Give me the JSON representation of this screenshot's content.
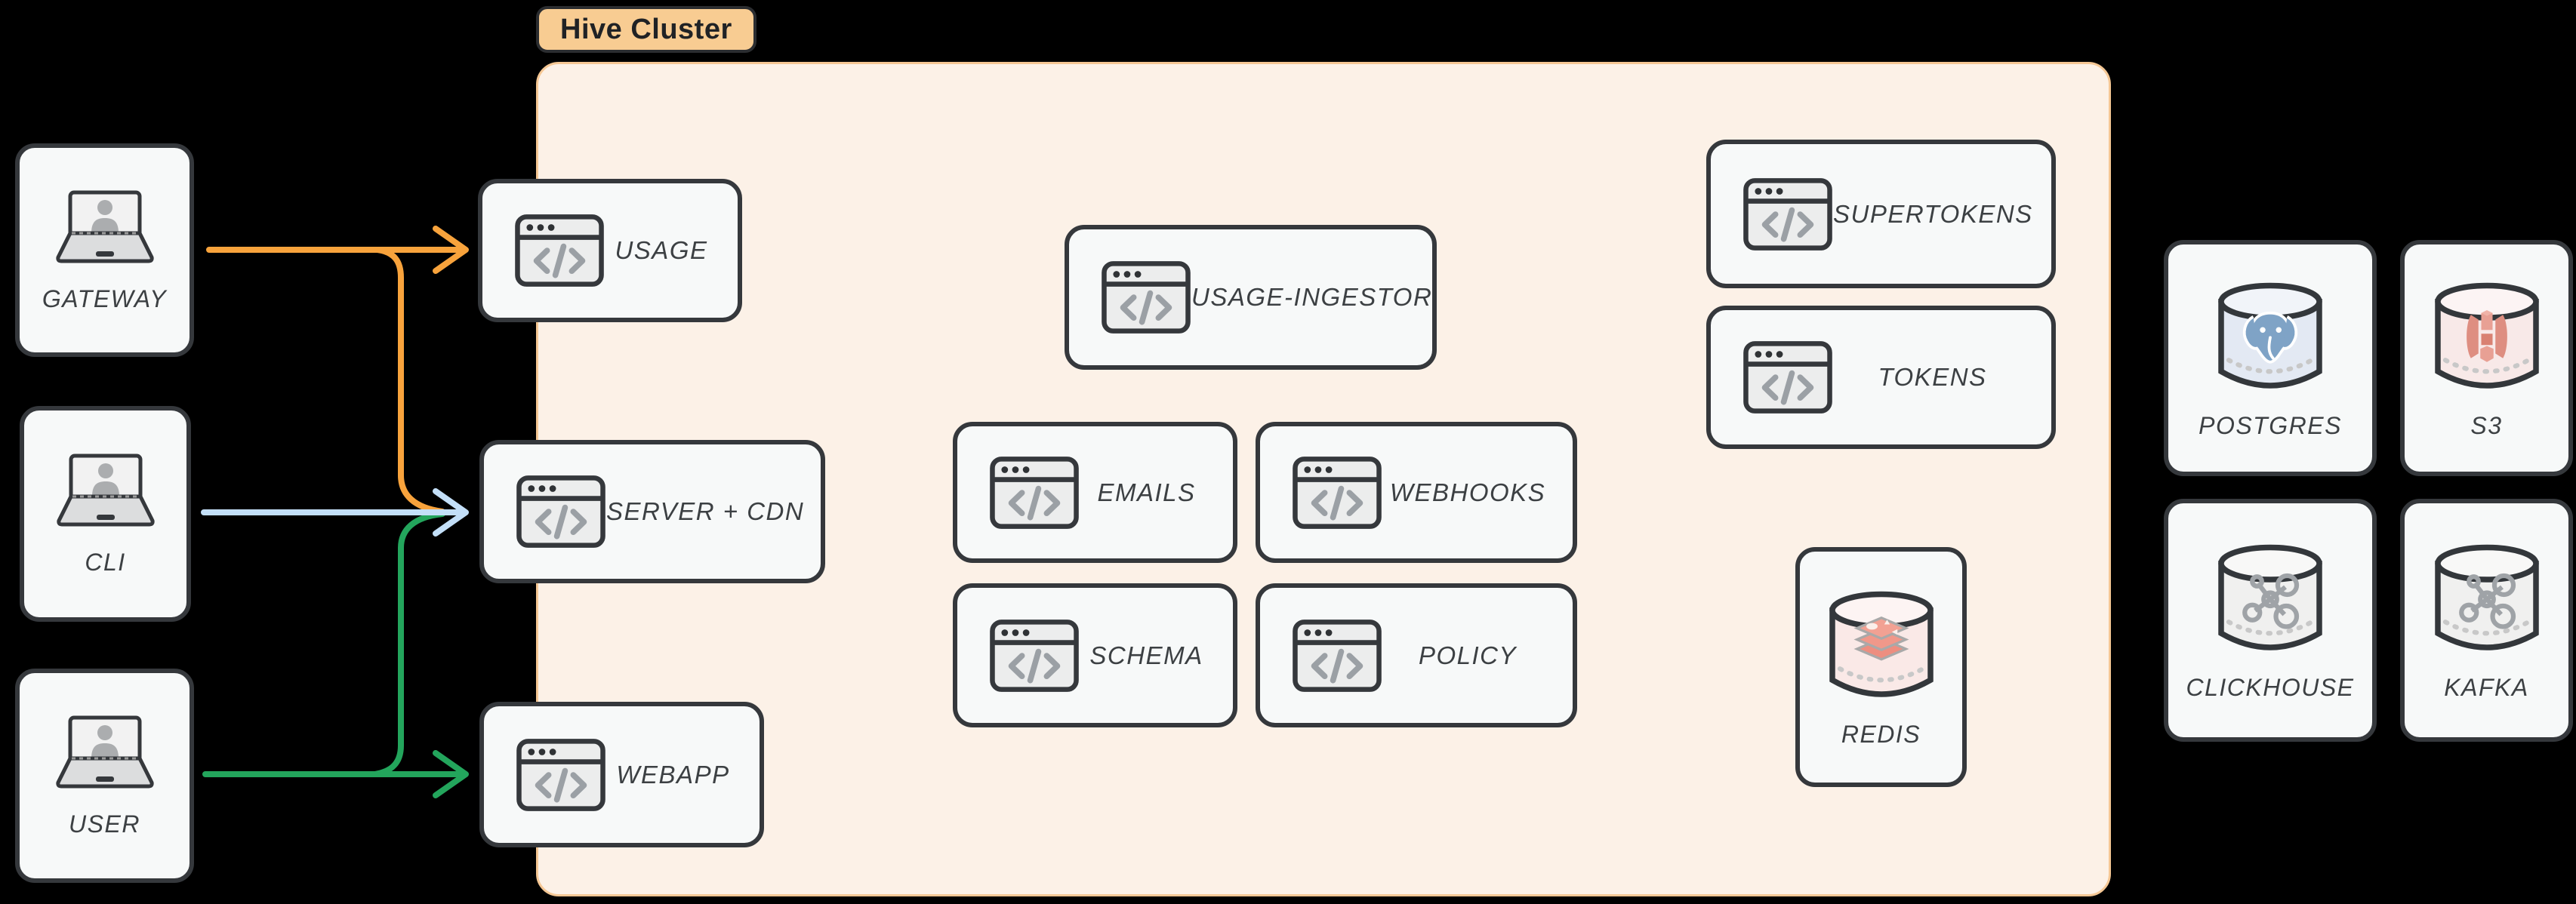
{
  "diagram": {
    "cluster": {
      "label": "Hive Cluster"
    },
    "actors": [
      {
        "id": "gateway",
        "label": "GATEWAY",
        "icon": "laptop-user-icon"
      },
      {
        "id": "cli",
        "label": "CLI",
        "icon": "laptop-user-icon"
      },
      {
        "id": "user",
        "label": "USER",
        "icon": "laptop-user-icon"
      }
    ],
    "services": [
      {
        "id": "usage",
        "label": "USAGE",
        "icon": "code-window-icon"
      },
      {
        "id": "server-cdn",
        "label": "SERVER + CDN",
        "icon": "code-window-icon"
      },
      {
        "id": "webapp",
        "label": "WEBAPP",
        "icon": "code-window-icon"
      },
      {
        "id": "usage-ingestor",
        "label": "USAGE-INGESTOR",
        "icon": "code-window-icon"
      },
      {
        "id": "emails",
        "label": "EMAILS",
        "icon": "code-window-icon"
      },
      {
        "id": "webhooks",
        "label": "WEBHOOKS",
        "icon": "code-window-icon"
      },
      {
        "id": "schema",
        "label": "SCHEMA",
        "icon": "code-window-icon"
      },
      {
        "id": "policy",
        "label": "POLICY",
        "icon": "code-window-icon"
      },
      {
        "id": "supertokens",
        "label": "SUPERTOKENS",
        "icon": "code-window-icon"
      },
      {
        "id": "tokens",
        "label": "TOKENS",
        "icon": "code-window-icon"
      },
      {
        "id": "redis",
        "label": "REDIS",
        "icon": "redis-database-icon"
      }
    ],
    "datastores": [
      {
        "id": "postgres",
        "label": "POSTGRES",
        "icon": "postgres-database-icon"
      },
      {
        "id": "s3",
        "label": "S3",
        "icon": "s3-database-icon"
      },
      {
        "id": "clickhouse",
        "label": "CLICKHOUSE",
        "icon": "graph-database-icon"
      },
      {
        "id": "kafka",
        "label": "KAFKA",
        "icon": "graph-database-icon"
      }
    ],
    "edges": [
      {
        "id": "gateway-usage",
        "from": "GATEWAY",
        "to": "USAGE",
        "color": "#F8A33C"
      },
      {
        "id": "gateway-server-cdn",
        "from": "GATEWAY",
        "to": "SERVER + CDN",
        "color": "#F8A33C"
      },
      {
        "id": "cli-server-cdn",
        "from": "CLI",
        "to": "SERVER + CDN",
        "color": "#C3DFF8"
      },
      {
        "id": "user-server-cdn",
        "from": "USER",
        "to": "SERVER + CDN",
        "color": "#23A55C"
      },
      {
        "id": "user-webapp",
        "from": "USER",
        "to": "WEBAPP",
        "color": "#23A55C"
      }
    ],
    "theme": {
      "bg": "#000000",
      "node-fill": "#F7F9F9",
      "node-border": "#35383C",
      "label": "#3C4043",
      "cluster-fill": "#FCF1E7",
      "cluster-border": "#F5C794",
      "pill-fill": "#F8CC92",
      "pill-border": "#2B2D30",
      "pill-text": "#202225",
      "arrow-orange": "#F8A33C",
      "arrow-blue": "#C3DFF8",
      "arrow-green": "#23A55C",
      "code-glyph-gray": "#9BA0A5",
      "postgres-tint": "#E3E9F3",
      "postgres-logo": "#7FA3C6",
      "s3-tint": "#F8E9E8",
      "s3-logo": "#DE8E81",
      "redis-tint": "#FAE9E7",
      "redis-logo": "#F0988A",
      "graph-tint": "#F0F0EF",
      "graph-logo": "#9FA3A7"
    }
  }
}
